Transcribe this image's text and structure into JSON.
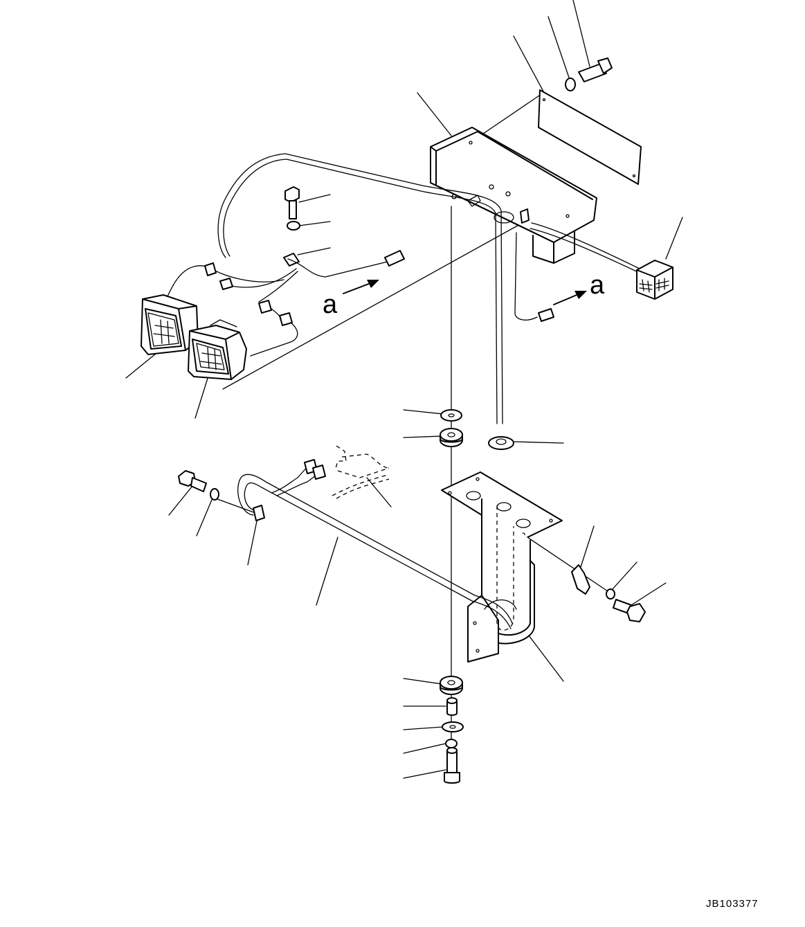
{
  "drawing": {
    "code": "JB103377",
    "view_marker_1": "a",
    "view_marker_2": "a"
  }
}
